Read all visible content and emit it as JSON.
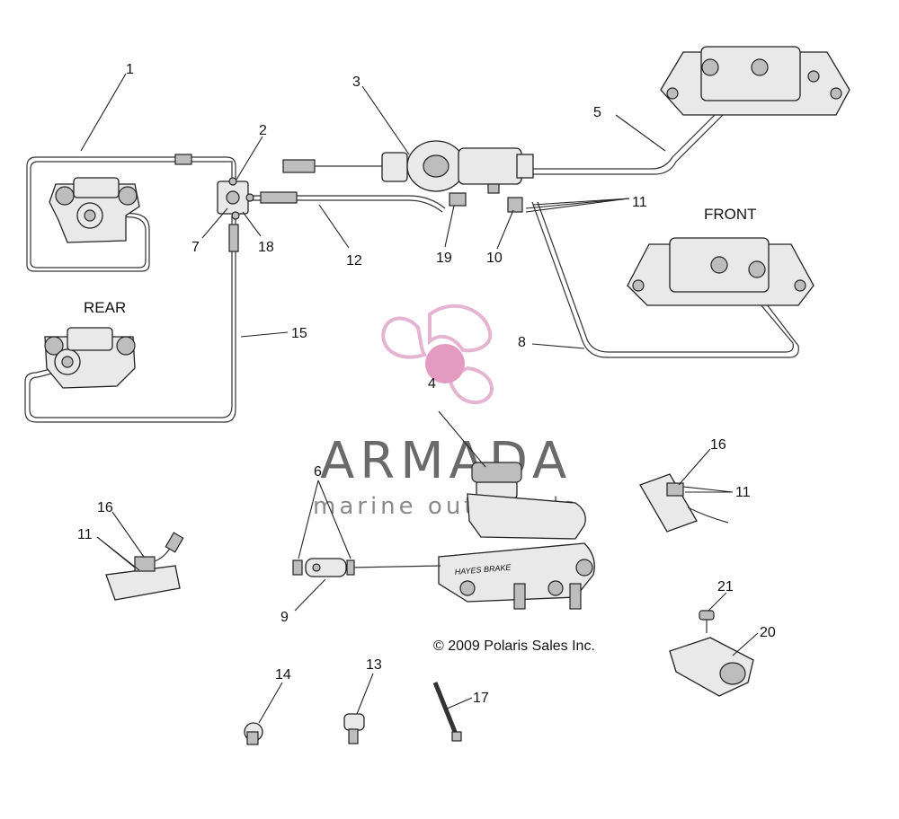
{
  "callouts": {
    "c1": "1",
    "c2": "2",
    "c3": "3",
    "c4": "4",
    "c5": "5",
    "c6": "6",
    "c7": "7",
    "c8": "8",
    "c9": "9",
    "c10": "10",
    "c11a": "11",
    "c11b": "11",
    "c11c": "11",
    "c12": "12",
    "c13": "13",
    "c14": "14",
    "c15": "15",
    "c16a": "16",
    "c16b": "16",
    "c17": "17",
    "c18": "18",
    "c19": "19",
    "c20": "20",
    "c21": "21"
  },
  "regions": {
    "rear": "REAR",
    "front": "FRONT"
  },
  "copyright": "© 2009 Polaris Sales Inc.",
  "watermark": {
    "brand": "ARMADA",
    "tagline": "marine outboards",
    "logo_color": "#e0a8c8",
    "logo_center_color": "#e08ab8"
  },
  "master_cylinder_label": "HAYES BRAKE"
}
